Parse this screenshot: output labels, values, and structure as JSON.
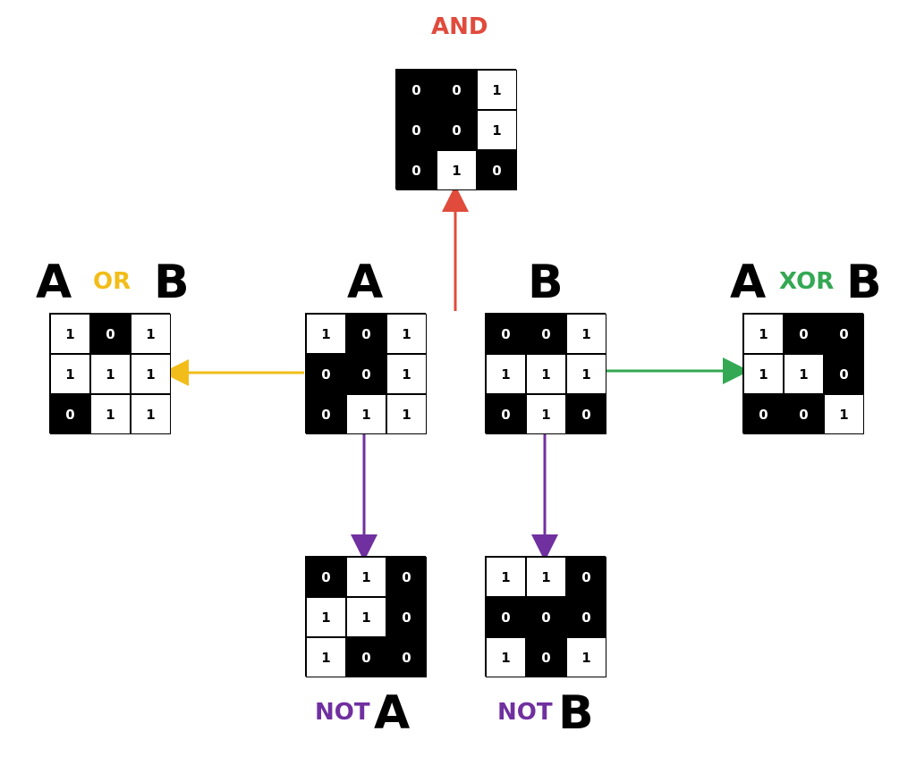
{
  "colors": {
    "and": "#e04b3c",
    "or": "#f2bd1a",
    "xor": "#34a853",
    "not": "#7030a0",
    "cell_one_bg": "#ffffff",
    "cell_zero_bg": "#000000"
  },
  "labels": {
    "and": "AND",
    "or_left": "A",
    "or_op": "OR",
    "or_right": "B",
    "a": "A",
    "b": "B",
    "xor_left": "A",
    "xor_op": "XOR",
    "xor_right": "B",
    "not_a_op": "NOT",
    "not_a_var": "A",
    "not_b_op": "NOT",
    "not_b_var": "B"
  },
  "grids": {
    "and": [
      [
        "0",
        "0",
        "1"
      ],
      [
        "0",
        "0",
        "1"
      ],
      [
        "0",
        "1",
        "0"
      ]
    ],
    "or": [
      [
        "1",
        "0",
        "1"
      ],
      [
        "1",
        "1",
        "1"
      ],
      [
        "0",
        "1",
        "1"
      ]
    ],
    "a": [
      [
        "1",
        "0",
        "1"
      ],
      [
        "0",
        "0",
        "1"
      ],
      [
        "0",
        "1",
        "1"
      ]
    ],
    "b": [
      [
        "0",
        "0",
        "1"
      ],
      [
        "1",
        "1",
        "1"
      ],
      [
        "0",
        "1",
        "0"
      ]
    ],
    "xor": [
      [
        "1",
        "0",
        "0"
      ],
      [
        "1",
        "1",
        "0"
      ],
      [
        "0",
        "0",
        "1"
      ]
    ],
    "not_a": [
      [
        "0",
        "1",
        "0"
      ],
      [
        "1",
        "1",
        "0"
      ],
      [
        "1",
        "0",
        "0"
      ]
    ],
    "not_b": [
      [
        "1",
        "1",
        "0"
      ],
      [
        "0",
        "0",
        "0"
      ],
      [
        "1",
        "0",
        "1"
      ]
    ]
  }
}
